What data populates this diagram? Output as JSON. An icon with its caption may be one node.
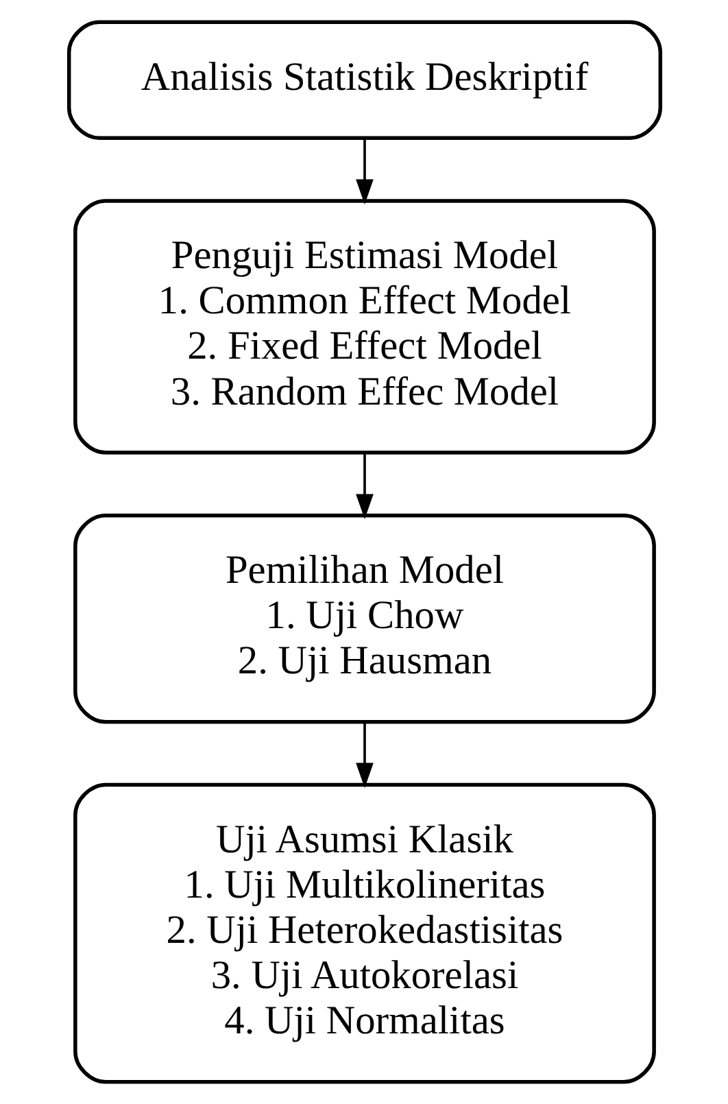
{
  "diagram": {
    "nodes": [
      {
        "text": [
          "Analisis Statistik Deskriptif"
        ]
      },
      {
        "text": [
          "Penguji Estimasi Model",
          "1. Common Effect Model",
          "2. Fixed Effect Model",
          "3. Random Effec Model"
        ]
      },
      {
        "text": [
          "Pemilihan Model",
          "1. Uji Chow",
          "2. Uji Hausman"
        ]
      },
      {
        "text": [
          "Uji Asumsi Klasik",
          "1. Uji Multikolineritas",
          "2. Uji Heterokedastisitas",
          "3. Uji Autokorelasi",
          "4. Uji Normalitas"
        ]
      }
    ],
    "edges": [
      {
        "from": 0,
        "to": 1,
        "arrow": "to"
      },
      {
        "from": 1,
        "to": 2,
        "arrow": "to"
      },
      {
        "from": 2,
        "to": 3,
        "arrow": "to"
      }
    ]
  }
}
